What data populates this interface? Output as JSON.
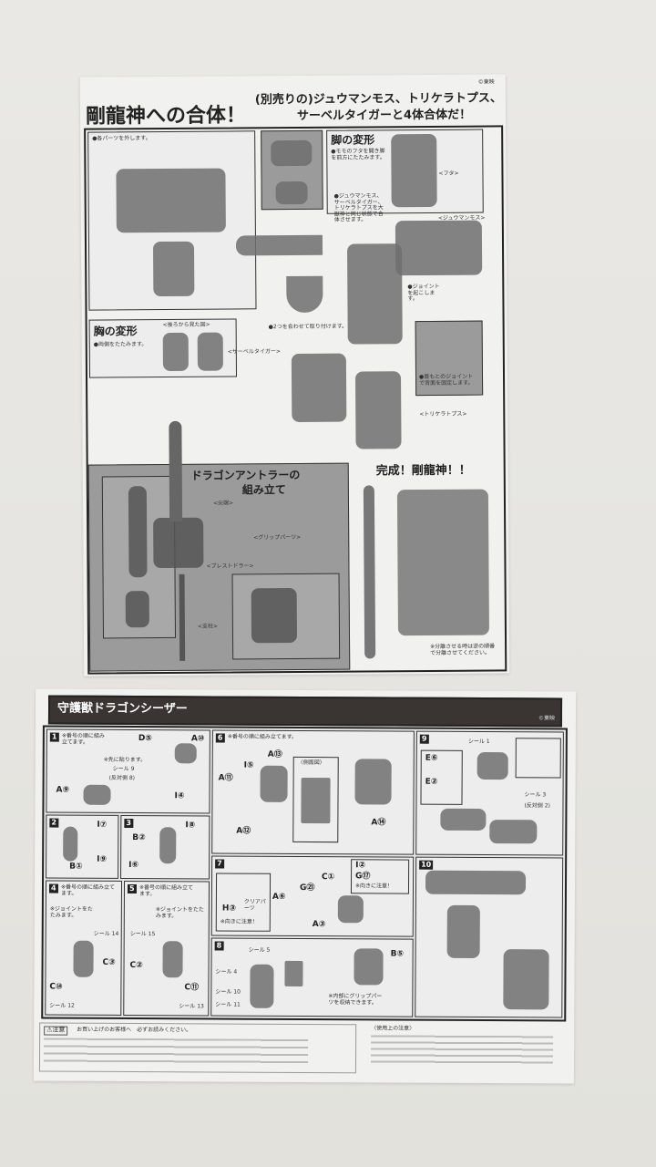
{
  "top_sheet": {
    "copyright": "©東映",
    "title": "剛龍神への合体！",
    "subtitle_line1": "(別売りの)ジュウマンモス、トリケラトプス、",
    "subtitle_line2": "サーベルタイガーと4体合体だ！",
    "panel_separate_note": "●各パーツを外します。",
    "panel_legs_title": "脚の変形",
    "panel_legs_note": "●モモのフタを開き脚を前方にたたみます。",
    "label_futa": "<フタ>",
    "combine_note": "●ジュウマンモス、サーベルタイガー、トリケラトプスを大獣神と同じ状態で合体させます。",
    "label_juumammoth": "<ジュウマンモス>",
    "joint_note": "●ジョイントを起こします。",
    "panel_chest_title": "胸の変形",
    "panel_chest_note": "●両側をたたみます。",
    "label_back_view": "<後ろから見た図>",
    "attach_note": "●2つを合わせて取り付けます。",
    "label_sabertiger": "<サーベルタイガー>",
    "label_triceratops": "<トリケラトプス>",
    "fix_note": "●首もとのジョイントで背面を固定します。",
    "antler_title_line1": "ドラゴンアントラーの",
    "antler_title_line2": "組み立て",
    "label_tip": "<尖端>",
    "label_grip": "<グリップパーツ>",
    "label_breast": "<ブレストドラー>",
    "label_shaft": "<支柱>",
    "complete_title": "完成！剛龍神！！",
    "separate_note": "※分離させる時は逆の順番で分離させてください。"
  },
  "bottom_sheet": {
    "title": "守護獣ドラゴンシーザー",
    "copyright": "©東映",
    "steps": [
      {
        "num": "1",
        "note": "※番号の順に組み立てます。",
        "labels": [
          "D⑤",
          "A⑩",
          "※先に貼ります。",
          "シール 9",
          "(反対側 8)",
          "A⑨",
          "I④"
        ]
      },
      {
        "num": "2",
        "labels": [
          "I⑦",
          "B①",
          "I⑨"
        ]
      },
      {
        "num": "3",
        "labels": [
          "B②",
          "I⑧",
          "I⑥"
        ]
      },
      {
        "num": "4",
        "note": "※番号の順に組み立てます。",
        "labels": [
          "※ジョイントをたたみます。",
          "シール 14",
          "C③",
          "C⑩",
          "シール 12"
        ]
      },
      {
        "num": "5",
        "note": "※番号の順に組み立てます。",
        "labels": [
          "※ジョイントをたたみます。",
          "シール 15",
          "C②",
          "C⑪",
          "シール 13"
        ]
      },
      {
        "num": "6",
        "note": "※番号の順に組み立てます。",
        "labels": [
          "A⑬",
          "I⑤",
          "A⑪",
          "A⑫",
          "〈側面図〉",
          "A⑭"
        ]
      },
      {
        "num": "7",
        "labels": [
          "H③",
          "クリアパーツ",
          "※向きに注意！",
          "A⑥",
          "G㉑",
          "C①",
          "A③",
          "I②",
          "G⑰",
          "※向きに注意！"
        ]
      },
      {
        "num": "8",
        "labels": [
          "シール 5",
          "シール 4",
          "シール 10",
          "シール 11",
          "B⑤",
          "※内部にグリップパーツを収納できます。"
        ]
      },
      {
        "num": "9",
        "labels": [
          "E⑥",
          "E②",
          "シール 1",
          "シール 3",
          "(反対側 2)"
        ]
      },
      {
        "num": "10",
        "labels": []
      }
    ],
    "caution_heading": "⚠注意",
    "caution_sub": "お買い上げのお客様へ　必ずお読みください。",
    "usage_heading": "〈使用上の注意〉"
  }
}
